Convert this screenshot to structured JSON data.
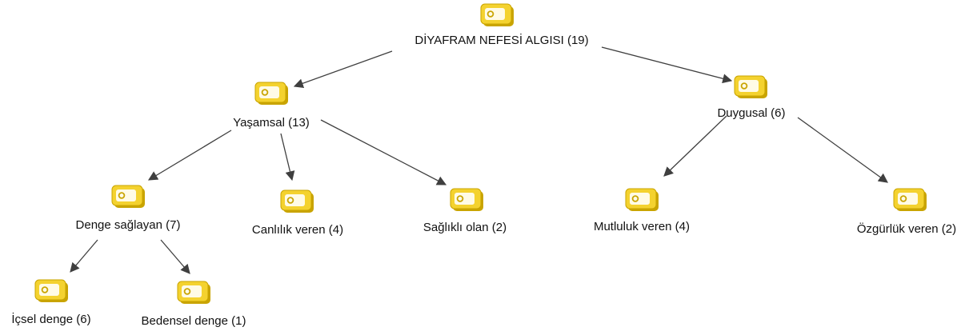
{
  "diagram": {
    "colors": {
      "icon_fill": "#f4d22f",
      "icon_stroke": "#c9a400",
      "icon_face": "#fffbe6",
      "edge": "#3f3f3f",
      "text": "#111111"
    },
    "icon": "code-tag-icon",
    "nodes": [
      {
        "id": "root",
        "label": "DİYAFRAM NEFESİ ALGISI (19)"
      },
      {
        "id": "yasamsal",
        "label": "Yaşamsal (13)"
      },
      {
        "id": "duygusal",
        "label": "Duygusal (6)"
      },
      {
        "id": "denge",
        "label": "Denge sağlayan (7)"
      },
      {
        "id": "canlilik",
        "label": "Canlılık veren (4)"
      },
      {
        "id": "saglikli",
        "label": "Sağlıklı olan (2)"
      },
      {
        "id": "mutluluk",
        "label": "Mutluluk veren (4)"
      },
      {
        "id": "ozgurluk",
        "label": "Özgürlük veren (2)"
      },
      {
        "id": "icsel",
        "label": "İçsel denge (6)"
      },
      {
        "id": "bedensel",
        "label": "Bedensel denge (1)"
      }
    ],
    "edges": [
      {
        "from": "root",
        "to": "yasamsal"
      },
      {
        "from": "root",
        "to": "duygusal"
      },
      {
        "from": "yasamsal",
        "to": "denge"
      },
      {
        "from": "yasamsal",
        "to": "canlilik"
      },
      {
        "from": "yasamsal",
        "to": "saglikli"
      },
      {
        "from": "duygusal",
        "to": "mutluluk"
      },
      {
        "from": "duygusal",
        "to": "ozgurluk"
      },
      {
        "from": "denge",
        "to": "icsel"
      },
      {
        "from": "denge",
        "to": "bedensel"
      }
    ]
  }
}
